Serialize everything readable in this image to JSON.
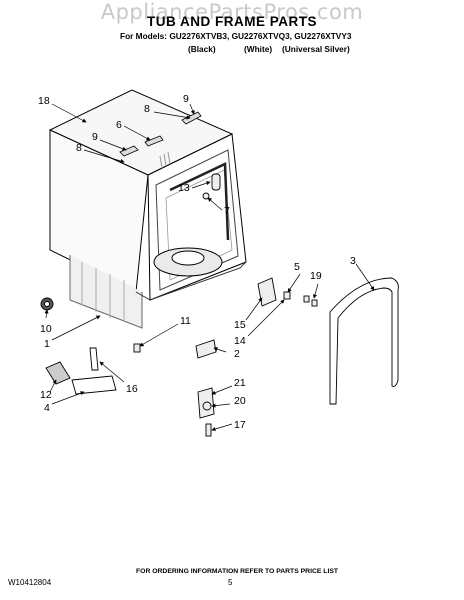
{
  "watermark": "AppliancePartsPros.com",
  "header": {
    "title": "TUB AND FRAME PARTS",
    "models": "For Models: GU2276XTVB3, GU2276XTVQ3, GU2276XTVY3",
    "variants": [
      "(Black)",
      "(White)",
      "(Universal Silver)"
    ]
  },
  "callouts": [
    "18",
    "9",
    "8",
    "6",
    "9",
    "8",
    "13",
    "7",
    "3",
    "5",
    "19",
    "10",
    "11",
    "15",
    "14",
    "1",
    "2",
    "16",
    "12",
    "4",
    "21",
    "20",
    "17"
  ],
  "footer": {
    "doc_number": "W10412804",
    "order_note": "FOR ORDERING INFORMATION REFER TO PARTS PRICE LIST",
    "page_number": "5"
  }
}
